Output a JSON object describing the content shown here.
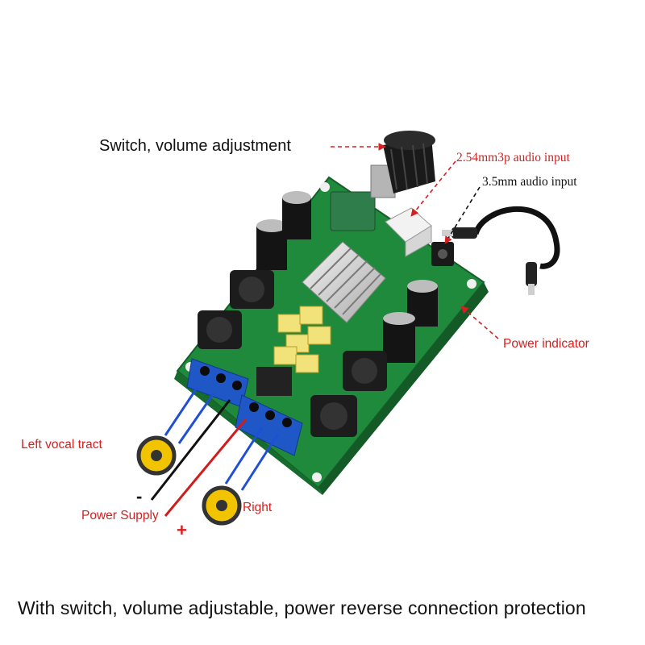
{
  "labels": {
    "switch_volume": "Switch, volume adjustment",
    "audio_input_254": "2.54mm3p audio input",
    "audio_input_35": "3.5mm audio input",
    "power_indicator": "Power indicator",
    "left_channel": "Left vocal tract",
    "minus_sign": "-",
    "power_supply": "Power Supply",
    "plus_sign": "+",
    "right_channel": "Right"
  },
  "caption": "With switch, volume adjustable, power reverse connection protection",
  "colors": {
    "pcb_green": "#1f8a3b",
    "terminal_blue": "#1f57c6",
    "label_red": "#d42020",
    "text_dark": "#111111",
    "speaker_yellow": "#f2c400"
  }
}
